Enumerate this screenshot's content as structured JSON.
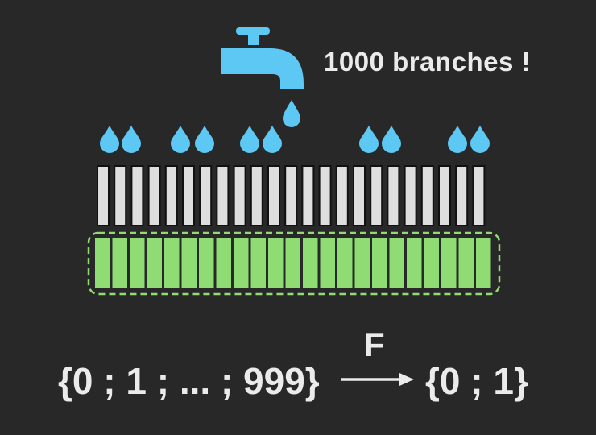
{
  "caption": "1000 branches !",
  "mapping": {
    "domain": "{0 ; 1 ; ... ; 999}",
    "function": "F",
    "codomain": "{0 ; 1}"
  },
  "colors": {
    "background": "#282828",
    "tap": "#5ec8f5",
    "drop": "#5ec8f5",
    "branch_fill": "#dedede",
    "branch_stroke": "#111111",
    "leaf_fill": "#8fdc74",
    "group_border": "#8fdc74",
    "text": "#ebebeb"
  },
  "icons": {
    "tap": "faucet-icon",
    "drop": "water-drop-icon"
  },
  "branch_count": 23,
  "leaf_count": 23,
  "drop_pairs_above_branches": 5
}
